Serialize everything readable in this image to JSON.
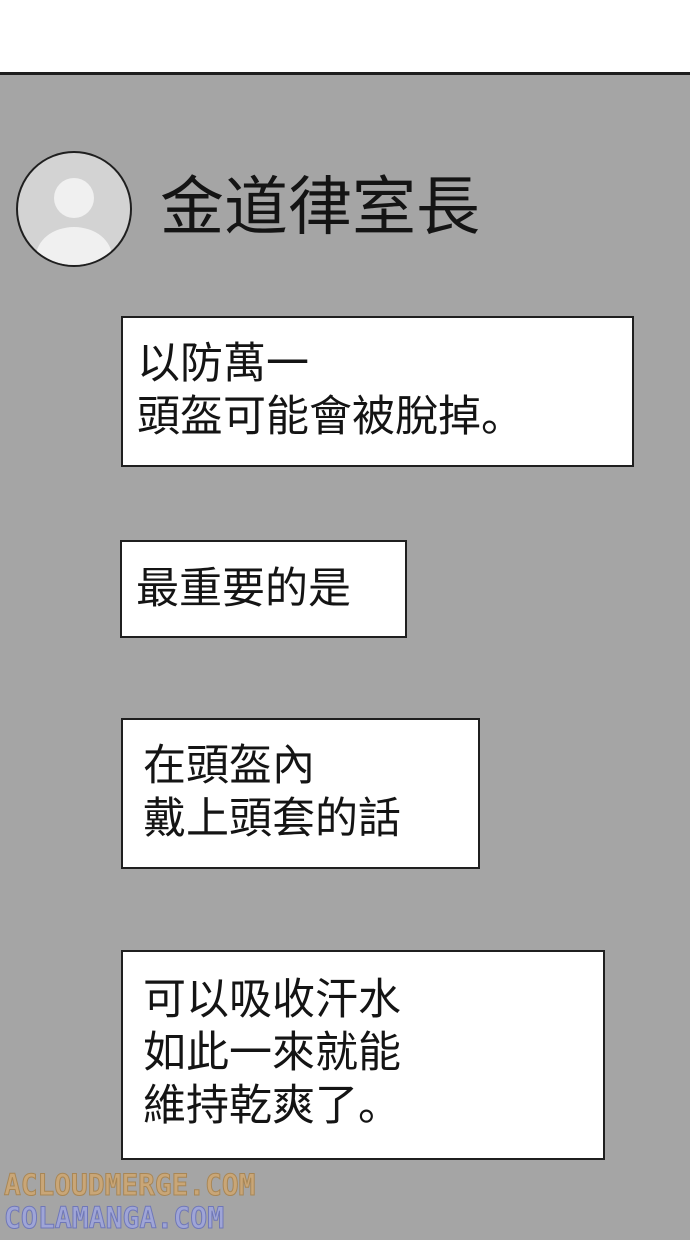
{
  "contact": {
    "name": "金道律室長"
  },
  "messages": [
    {
      "lines": [
        "以防萬一",
        "頭盔可能會被脫掉。"
      ]
    },
    {
      "lines": [
        "最重要的是"
      ]
    },
    {
      "lines": [
        "在頭盔內",
        "戴上頭套的話"
      ]
    },
    {
      "lines": [
        "可以吸收汗水",
        "如此一來就能",
        "維持乾爽了。"
      ]
    }
  ],
  "watermarks": {
    "line1": "ACLOUDMERGE.COM",
    "line2": "COLAMANGA.COM"
  },
  "icons": {
    "avatar": "default-user-avatar-icon"
  },
  "colors": {
    "screen_background": "#a5a5a5",
    "bubble_background": "#ffffff",
    "text": "#141414",
    "watermark_1": "#c9a677",
    "watermark_2": "#9fa5d6"
  }
}
